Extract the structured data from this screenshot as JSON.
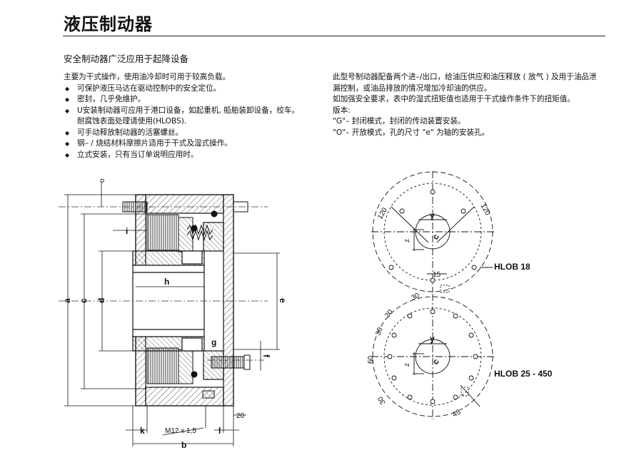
{
  "title": "液压制动器",
  "subtitle": "安全制动器广泛应用于起降设备",
  "left": {
    "intro": "主要为干式操作，使用油冷却时可用于较高负载。",
    "features": [
      "可保护液压马达在驱动控制中的安全定位。",
      "密封，几乎免维护。",
      "U安装制动器可应用于港口设备，如起重机, 船舶装卸设备，绞车。",
      "可手动释放制动器的活塞螺丝。",
      "钢– / 烧结材料摩擦片适用于干式及湿式操作。",
      "立式安装，只有当订单说明应用时。"
    ],
    "feature_note": "耐腐蚀表面处理请使用(HLOBS)."
  },
  "right": {
    "para1": "此型号制动器配备两个进–/出口，给油压供应和油压释放 ( 放气 ) 及用于油品泄漏控制，或油品排放的情况增加冷却油的供应。",
    "para2": "如加强安全要求，表中的湿式扭矩值也适用于干式操作条件下的扭矩值。",
    "version_label": "版本:",
    "version_g": "\"G\"– 封闭模式，封闭的传动装置安装。",
    "version_o": "\"O\"– 开放模式，孔的尺寸 \"e\" 为轴的安装孔。"
  },
  "section_drawing": {
    "dims": {
      "o": "o",
      "i": "i",
      "h": "h",
      "a": "a",
      "c": "c",
      "d": "d",
      "e": "e",
      "g": "g",
      "f": "f",
      "k": "k",
      "l": "l",
      "b": "b",
      "m12": "M12 x 1,5",
      "d20": "20"
    }
  },
  "flange_views": [
    {
      "label": "HLOB 18",
      "y": "y",
      "z": "z",
      "c": "c",
      "angle_left": "120",
      "angle_right": "120",
      "dim_15": "15"
    },
    {
      "label": "HLOB 25 - 450",
      "y": "y",
      "z": "z",
      "c": "c",
      "a30_top": "30",
      "a30_left": "30",
      "a30_mid": "30",
      "a60": "60",
      "a30_bottom": "30",
      "a45": "45"
    }
  ]
}
